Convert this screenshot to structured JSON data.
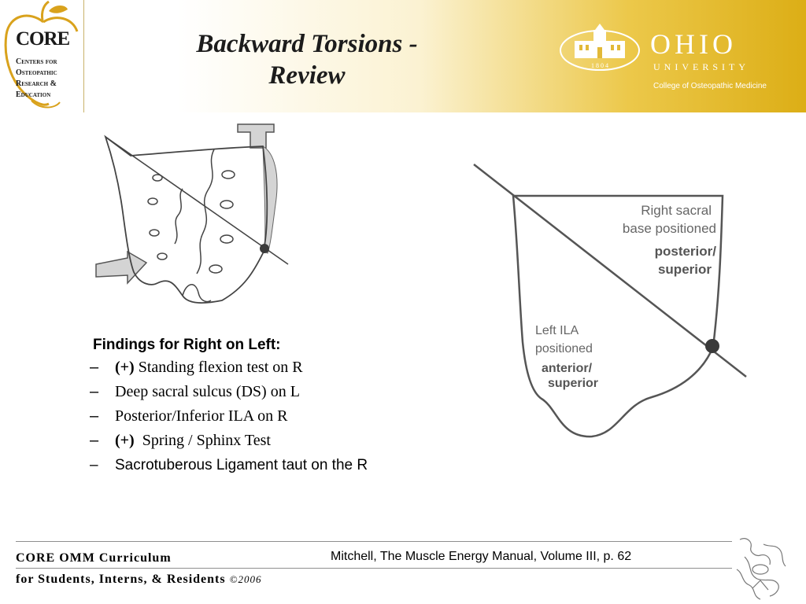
{
  "header": {
    "core_logo": {
      "wordmark": "CORE",
      "subtitle_lines": [
        "Centers for",
        "Osteopathic",
        "Research &",
        "Education"
      ]
    },
    "title_lines": [
      "Backward Torsions -",
      "Review"
    ],
    "ohio": {
      "seal_year": "1 8 0 4",
      "name": "OHIO",
      "university": "UNIVERSITY",
      "college": "College of Osteopathic Medicine"
    }
  },
  "figure_right": {
    "label_top": [
      "Right sacral",
      "base positioned"
    ],
    "label_top_bold": [
      "posterior/",
      "superior"
    ],
    "label_bottom": [
      "Left ILA",
      "positioned"
    ],
    "label_bottom_bold": [
      "anterior/",
      "superior"
    ]
  },
  "findings": {
    "heading": "Findings for Right on Left:",
    "items": [
      {
        "dash": "–",
        "bold": "(+)",
        "text": " Standing flexion test on R"
      },
      {
        "dash": "–",
        "bold": "",
        "text": "Deep sacral sulcus (DS) on L"
      },
      {
        "dash": "–",
        "bold": "",
        "text": "Posterior/Inferior ILA on R"
      },
      {
        "dash": "–",
        "bold": "(+)",
        "text": "  Spring / Sphinx Test"
      },
      {
        "dash": "–",
        "bold": "",
        "text": "Sacrotuberous Ligament taut on the R"
      }
    ]
  },
  "citation": "Mitchell, The Muscle Energy Manual, Volume III, p. 62",
  "footer": {
    "line1": "CORE OMM Curriculum",
    "line2": "for Students, Interns, & Residents",
    "copyright": "©2006"
  },
  "colors": {
    "header_gold": "#dcae16",
    "apple_gold": "#d9a21c",
    "dot": "#3a3a3a",
    "shaded": "#d4d4d4"
  }
}
